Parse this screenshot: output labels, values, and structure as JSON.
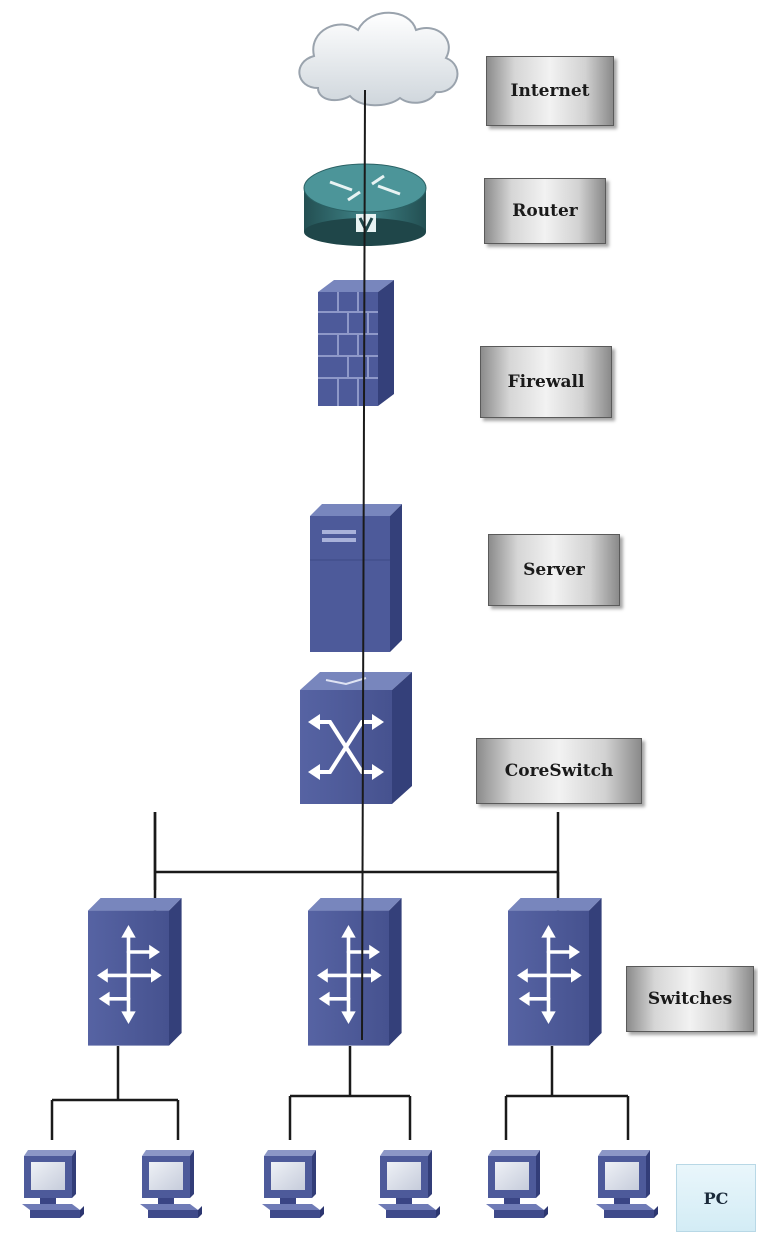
{
  "diagram": {
    "labels": {
      "internet": "Internet",
      "router": "Router",
      "firewall": "Firewall",
      "server": "Server",
      "core_switch": "CoreSwitch",
      "switches": "Switches",
      "pc": "PC"
    },
    "icons": {
      "internet": "cloud-icon",
      "router": "router-icon",
      "firewall": "firewall-icon",
      "server": "server-icon",
      "core_switch": "core-switch-icon",
      "switch": "switch-icon",
      "pc": "pc-icon"
    },
    "colors": {
      "device_face": "#4d5a9a",
      "device_side": "#34407a",
      "device_top": "#7886bd",
      "router_body": "#2f6b6e",
      "link": "#1a1a1a",
      "label_box": "#d6d6d6",
      "pc_label_box": "#dcf0f7"
    }
  }
}
